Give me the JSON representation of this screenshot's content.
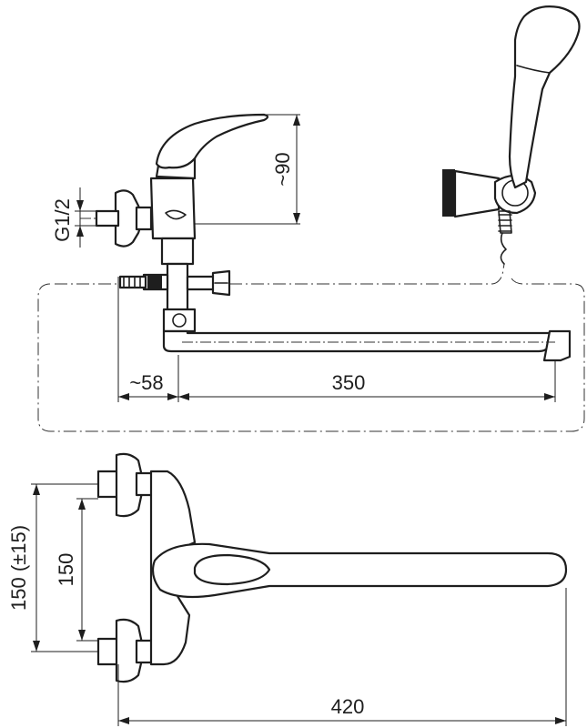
{
  "dimensions": {
    "height_90": "~90",
    "thread": "G1/2",
    "offset_58": "~58",
    "spout_350": "350",
    "inlet_150": "150",
    "inlet_150_tol": "150 (±15)",
    "length_420": "420"
  },
  "colors": {
    "line": "#1e1e1e",
    "background": "#ffffff"
  }
}
